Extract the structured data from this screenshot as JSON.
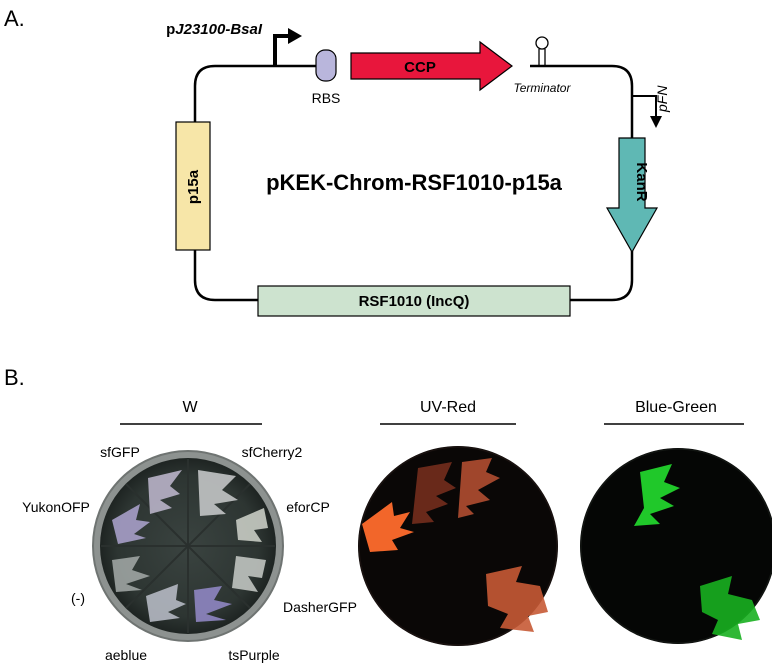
{
  "panel_a": {
    "label": "A.",
    "plasmid_name": "pKEK-Chrom-RSF1010-p15a",
    "promoter_prefix": "p",
    "promoter_name": "J23100-BsaI",
    "rbs_label": "RBS",
    "ccp_label": "CCP",
    "terminator_label": "Terminator",
    "pfn_label": "pFN",
    "kanr_label": "KanR",
    "p15a_label": "p15a",
    "rsf_label": "RSF1010 (IncQ)",
    "colors": {
      "ccp": "#e8163c",
      "rbs": "#b9b6dc",
      "kanr": "#5fb8b4",
      "p15a": "#f7e6a8",
      "rsf": "#cde3cf"
    }
  },
  "panel_b": {
    "label": "B.",
    "conditions": [
      {
        "label": "W"
      },
      {
        "label": "UV-Red"
      },
      {
        "label": "Blue-Green"
      }
    ],
    "plate_labels": {
      "sfgfp": "sfGFP",
      "sfcherry2": "sfCherry2",
      "yukonofp": "YukonOFP",
      "eforcp": "eforCP",
      "neg": "(-)",
      "dashergfp": "DasherGFP",
      "aeblue": "aeblue",
      "tspurple": "tsPurple"
    }
  }
}
